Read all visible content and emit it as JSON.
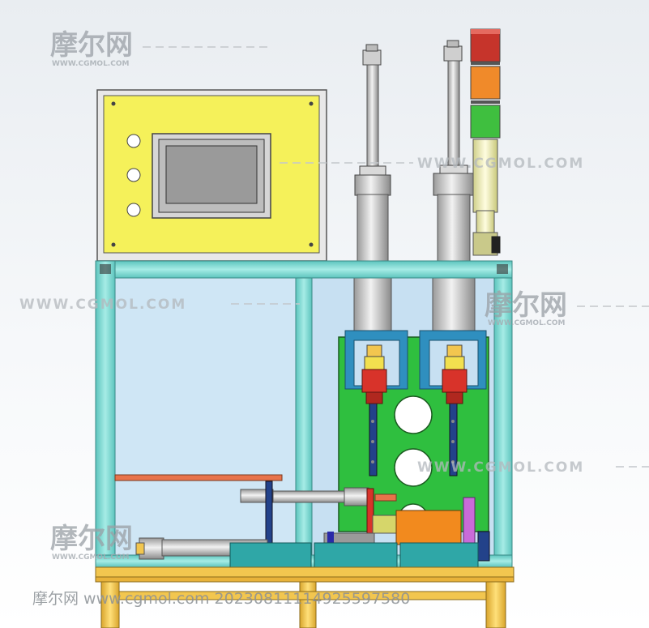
{
  "watermarks": {
    "logo_text": "摩尔网",
    "logo_sub": "WWW.CGMOL.COM",
    "url_text": "WWW.CGMOL.COM",
    "footer_text": "摩尔网 www.cgmol.com 20230811114925597580"
  },
  "colors": {
    "frame": "#7fd6d0",
    "panel": "#f5f15a",
    "screen": "#9a9a9a",
    "plate": "#2fbf3f",
    "blue": "#2f8fbf",
    "orange": "#f28a1e",
    "red": "#d8332a",
    "base": "#f2c64f"
  }
}
